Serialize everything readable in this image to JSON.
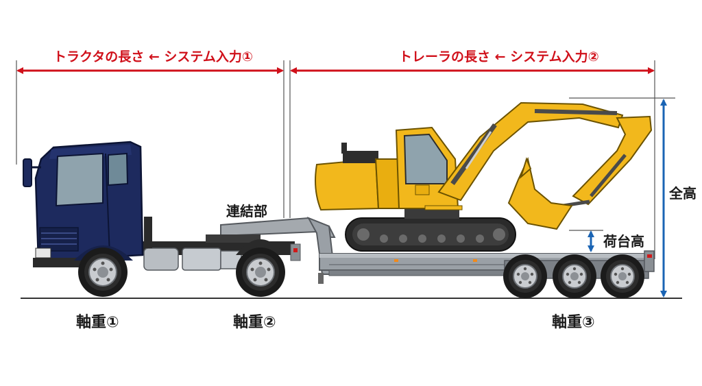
{
  "diagram": {
    "tractor_length_label": "トラクタの長さ ← システム入力①",
    "trailer_length_label": "トレーラの長さ ← システム入力②",
    "coupling_label": "連結部",
    "total_height_label": "全高",
    "deck_height_label": "荷台高",
    "axle_weight_1_label": "軸重①",
    "axle_weight_2_label": "軸重②",
    "axle_weight_3_label": "軸重③"
  },
  "colors": {
    "dimension_red": "#d0101a",
    "dimension_blue": "#1a64b4",
    "cab_navy": "#1d2a5e",
    "excavator_yellow": "#f2b81c",
    "trailer_gray": "#9aa0a6",
    "tire_black": "#1b1b1b"
  },
  "icons": [
    "tractor-truck-icon",
    "lowbed-trailer-icon",
    "excavator-icon"
  ]
}
